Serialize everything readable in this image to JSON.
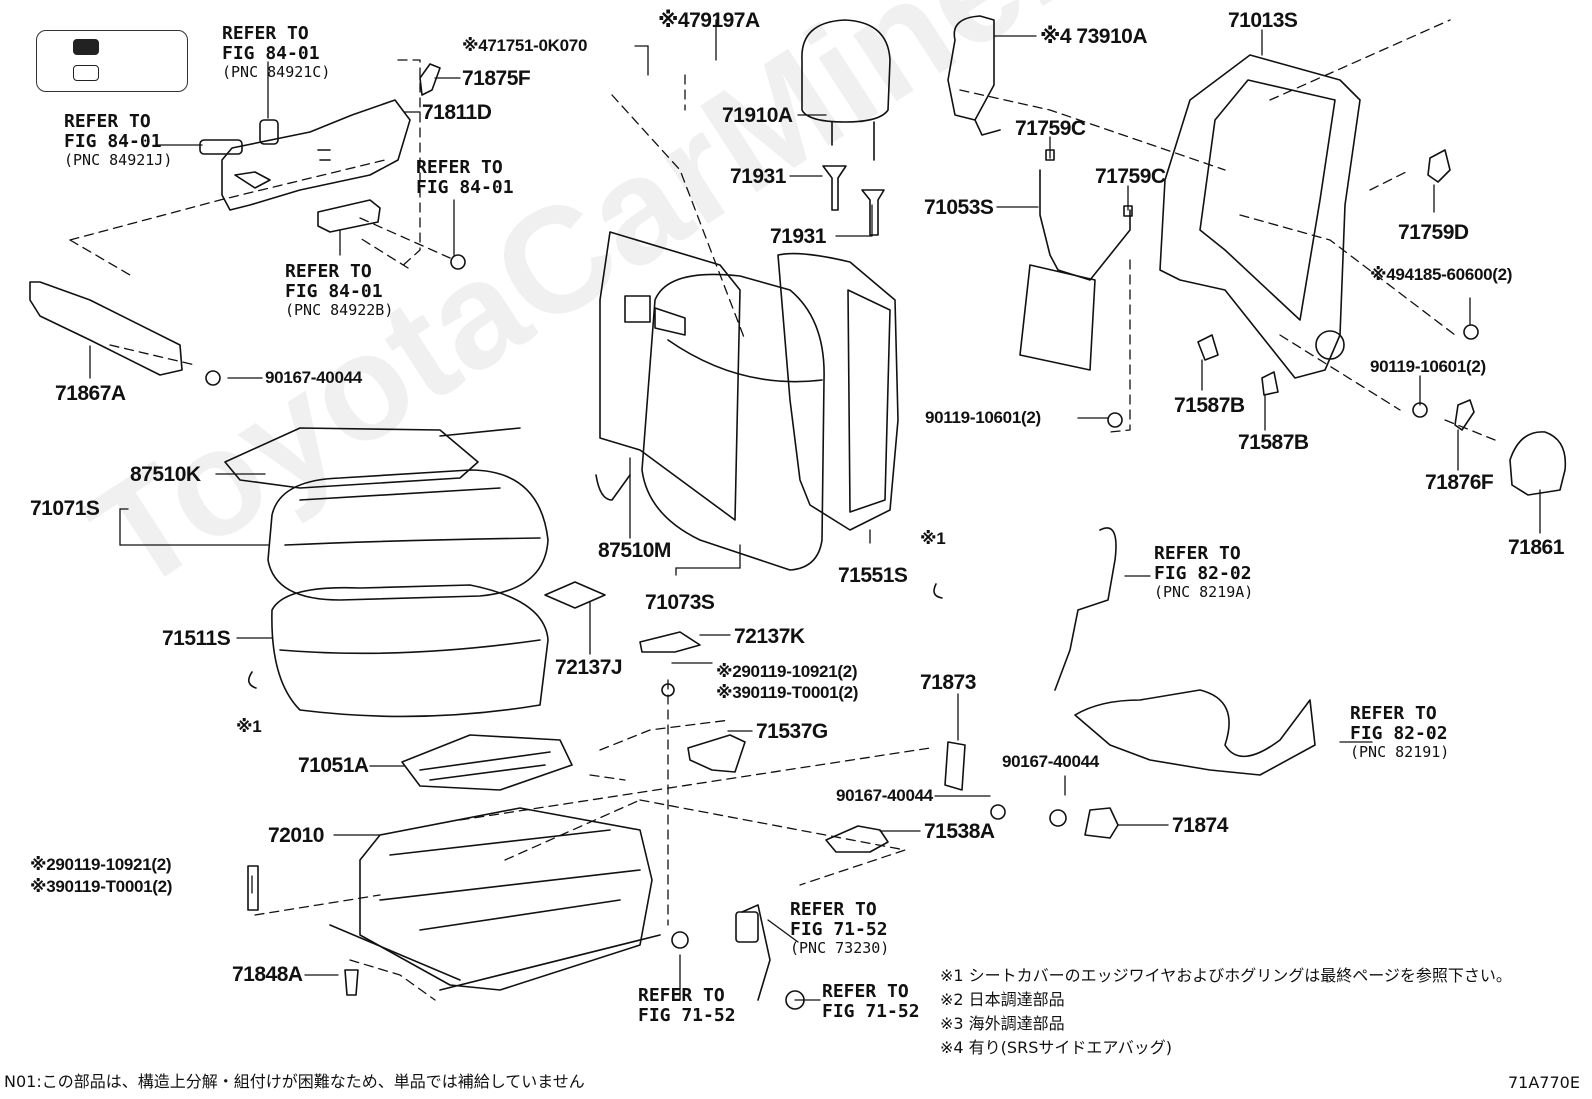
{
  "watermark": "ToyotaCarMine.ru",
  "parts": {
    "p71875F": "71875F",
    "p71811D": "71811D",
    "p71867A": "71867A",
    "p90167_40044_a": "90167-40044",
    "p87510K": "87510K",
    "p71071S": "71071S",
    "p71511S": "71511S",
    "p71051A": "71051A",
    "p72010": "72010",
    "p71848A": "71848A",
    "p71751": "※471751-0K070",
    "p79197A": "※479197A",
    "p71910A": "71910A",
    "p71931_a": "71931",
    "p71931_b": "71931",
    "p87510M": "87510M",
    "p71073S": "71073S",
    "p72137J": "72137J",
    "p72137K": "72137K",
    "p90119_10921_a": "※290119-10921(2)",
    "p90119_T0001_a": "※390119-T0001(2)",
    "p71537G": "71537G",
    "p90119_10921_b": "※290119-10921(2)",
    "p90119_T0001_b": "※390119-T0001(2)",
    "p90167_40044_b": "90167-40044",
    "p71538A": "71538A",
    "p71551S": "71551S",
    "p71873": "71873",
    "p90167_40044_c": "90167-40044",
    "p71874": "71874",
    "p73910A": "※4 73910A",
    "p71759C_a": "71759C",
    "p71759C_b": "71759C",
    "p71053S": "71053S",
    "p90119_10601_a": "90119-10601(2)",
    "p71013S": "71013S",
    "p71759D": "71759D",
    "p94185": "※494185-60600(2)",
    "p90119_10601_b": "90119-10601(2)",
    "p71587B_a": "71587B",
    "p71587B_b": "71587B",
    "p71876F": "71876F",
    "p71861": "71861",
    "star1_a": "※1",
    "star1_b": "※1"
  },
  "refs": {
    "r1": {
      "line1": "REFER TO",
      "line2": "FIG 84-01",
      "line3": "(PNC 84921C)"
    },
    "r2": {
      "line1": "REFER TO",
      "line2": "FIG 84-01",
      "line3": "(PNC 84921J)"
    },
    "r3": {
      "line1": "REFER TO",
      "line2": "FIG 84-01"
    },
    "r4": {
      "line1": "REFER TO",
      "line2": "FIG 84-01",
      "line3": "(PNC 84922B)"
    },
    "r5": {
      "line1": "REFER TO",
      "line2": "FIG 82-02",
      "line3": "(PNC 8219A)"
    },
    "r6": {
      "line1": "REFER TO",
      "line2": "FIG 82-02",
      "line3": "(PNC 82191)"
    },
    "r7": {
      "line1": "REFER TO",
      "line2": "FIG 71-52",
      "line3": "(PNC 73230)"
    },
    "r8": {
      "line1": "REFER TO",
      "line2": "FIG 71-52"
    },
    "r9": {
      "line1": "REFER TO",
      "line2": "FIG 71-52"
    }
  },
  "notes": {
    "n1": "※1 シートカバーのエッジワイヤおよびホグリングは最終ページを参照下さい。",
    "n2": "※2 日本調達部品",
    "n3": "※3 海外調達部品",
    "n4": "※4 有り(SRSサイドエアバッグ)",
    "n01": "N01:この部品は、構造上分解・組付けが困難なため、単品では補給していません",
    "fig_id": "71A770E"
  }
}
